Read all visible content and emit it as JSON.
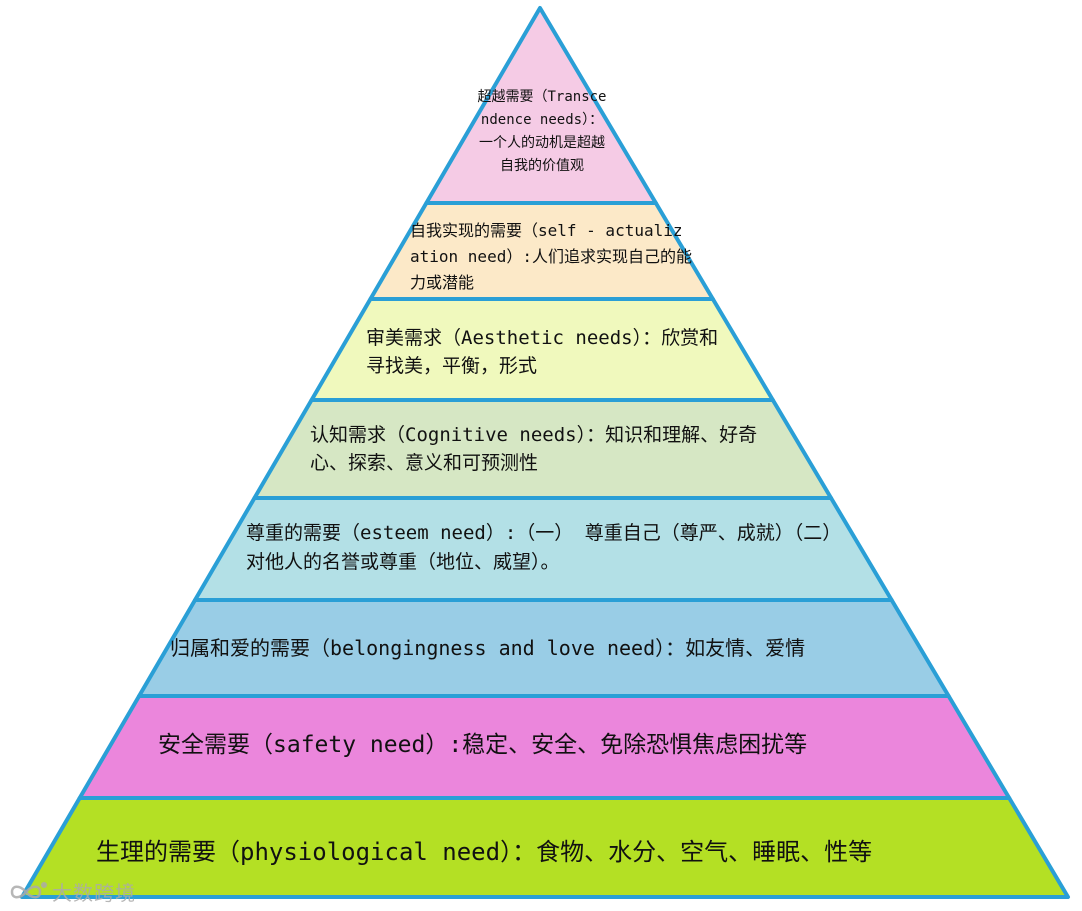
{
  "levels": [
    {
      "text": "超越需要（Transcendence needs）：一个人的动机是超越自我的价值观",
      "fill": "#f5cbe5"
    },
    {
      "text": "自我实现的需要（self - actualization need）:人们追求实现自己的能力或潜能",
      "fill": "#fce9c8"
    },
    {
      "text": "审美需求（Aesthetic needs）：欣赏和寻找美，平衡，形式",
      "fill": "#f0f9bd"
    },
    {
      "text": "认知需求（Cognitive needs）：知识和理解、好奇心、探索、意义和可预测性",
      "fill": "#d6e7c4"
    },
    {
      "text": "尊重的需要（esteem need）:（一） 尊重自己（尊严、成就）（二）对他人的名誉或尊重（地位、威望）。",
      "fill": "#b3e0e6"
    },
    {
      "text": "归属和爱的需要（belongingness and love need）：如友情、爱情",
      "fill": "#99cde6"
    },
    {
      "text": "安全需要（safety need）:稳定、安全、免除恐惧焦虑困扰等",
      "fill": "#eb86dc"
    },
    {
      "text": "生理的需要（physiological need）：食物、水分、空气、睡眠、性等",
      "fill": "#b4e024"
    }
  ],
  "border_color": "#2a9fd6",
  "watermark": {
    "text": "大数跨境",
    "icon": "infinity-logo-icon"
  }
}
